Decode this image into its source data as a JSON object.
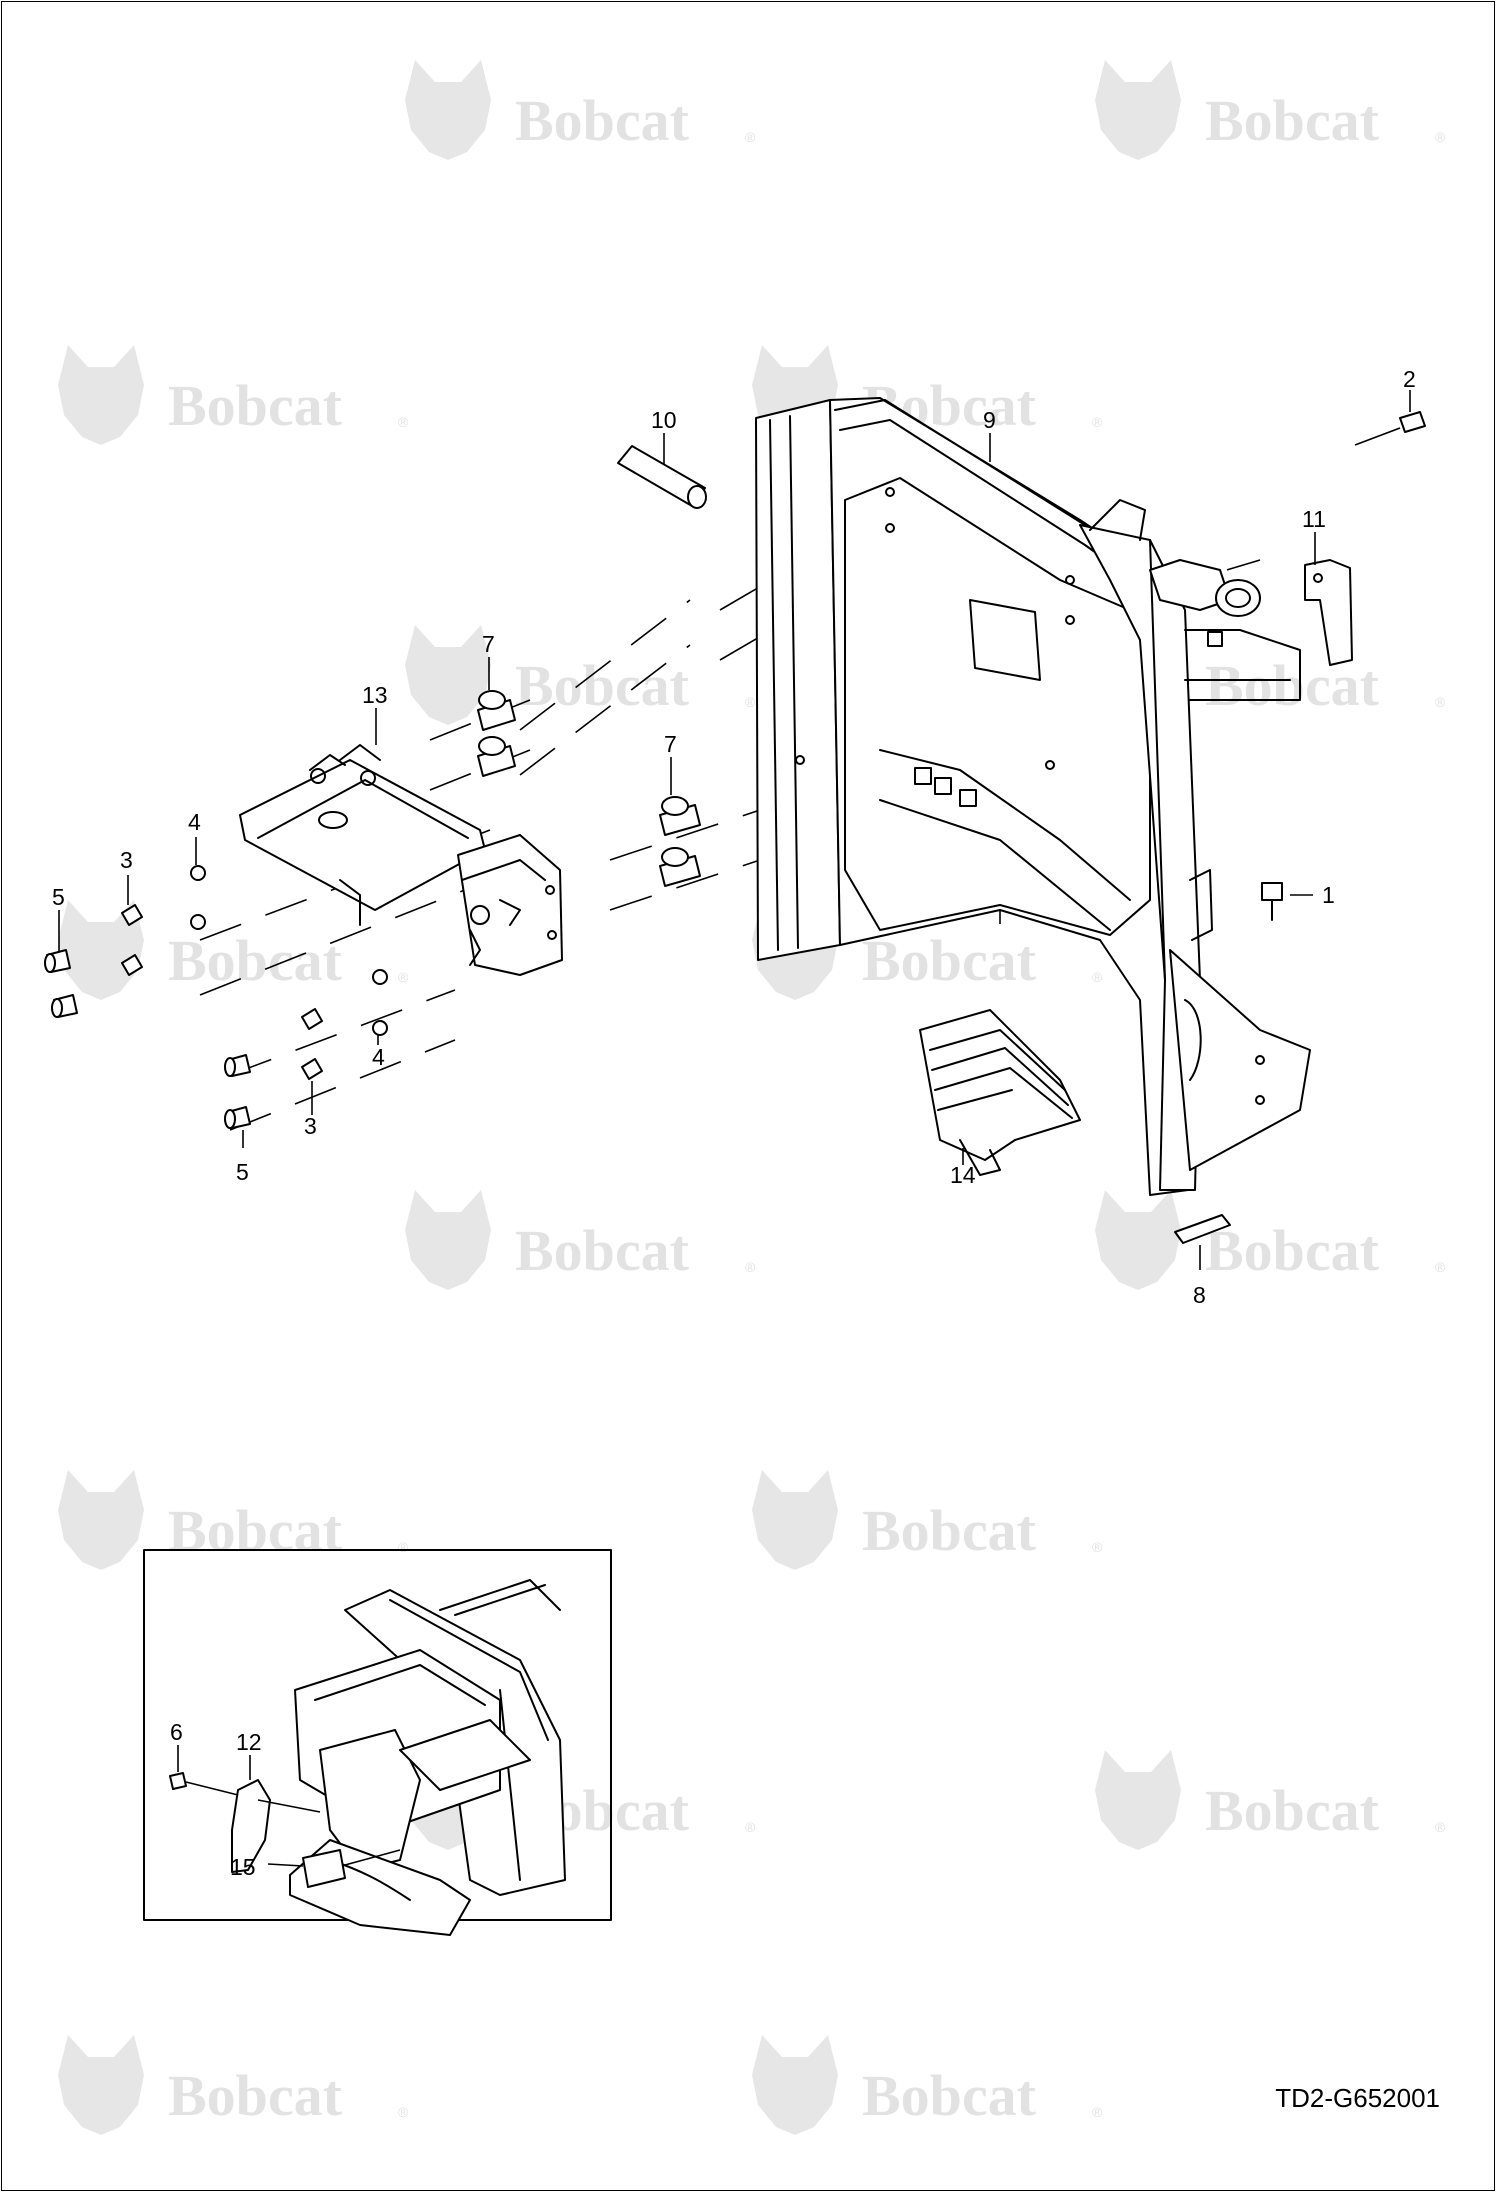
{
  "watermark": {
    "brand": "Bobcat",
    "reg": "®"
  },
  "drawing_code": "TD2-G652001",
  "callouts": {
    "c1": "1",
    "c2": "2",
    "c3": "3",
    "c4": "4",
    "c5": "5",
    "c6": "6",
    "c7": "7",
    "c8": "8",
    "c9": "9",
    "c10": "10",
    "c11": "11",
    "c12": "12",
    "c13": "13",
    "c14": "14",
    "c15": "15"
  }
}
